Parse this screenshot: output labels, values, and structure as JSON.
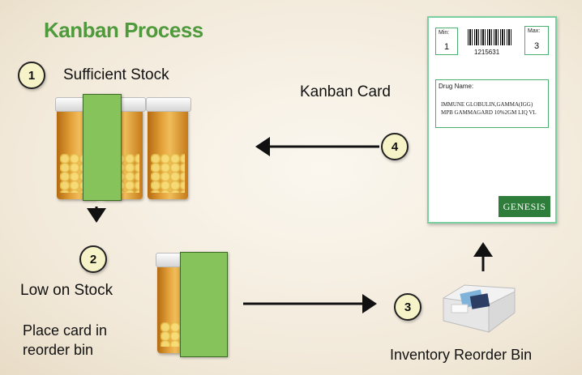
{
  "title": "Kanban Process",
  "steps": [
    {
      "number": "1",
      "label": "Sufficient Stock"
    },
    {
      "number": "2",
      "label": "Low on Stock",
      "note_line1": "Place card in",
      "note_line2": "reorder bin"
    },
    {
      "number": "3",
      "label": "Inventory Reorder Bin"
    },
    {
      "number": "4",
      "label": "Kanban Card"
    }
  ],
  "kanban_card": {
    "min_label": "Min:",
    "min_value": "1",
    "max_label": "Max:",
    "max_value": "3",
    "barcode_number": "1215631",
    "drug_name_label": "Drug Name:",
    "drug_line1": "IMMUNE GLOBULIN,GAMMA(IGG)",
    "drug_line2": "MPB GAMMAGARD 10%2GM LIQ VL",
    "brand": "GENESIS"
  },
  "colors": {
    "title_green": "#4e9a3c",
    "card_green": "#86c35b",
    "circle_fill": "#f6f3c8",
    "card_border": "#7ccfa0"
  }
}
